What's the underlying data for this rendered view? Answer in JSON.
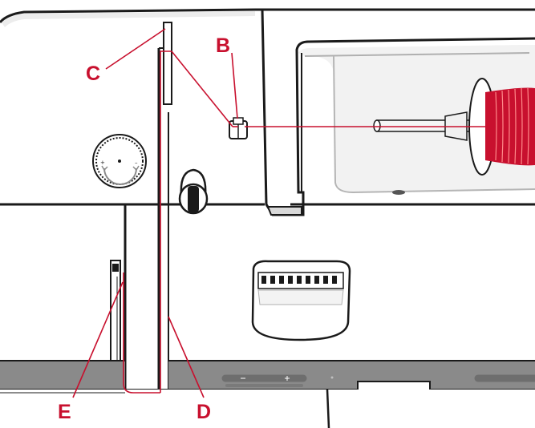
{
  "labels": {
    "B": "B",
    "C": "C",
    "D": "D",
    "E": "E"
  },
  "dial": {
    "plus": "+",
    "minus": "–"
  },
  "colors": {
    "thread": "#c8102e",
    "label": "#c8102e",
    "outline": "#1a1a1a",
    "panel_gray": "#e6e6e6",
    "dark_strip": "#8a8a8a"
  },
  "icons": {
    "tension-dial": "tension-dial-icon",
    "thread-spool": "thread-spool-icon",
    "thread-guide": "thread-guide-icon",
    "handle": "carrying-handle-icon"
  }
}
